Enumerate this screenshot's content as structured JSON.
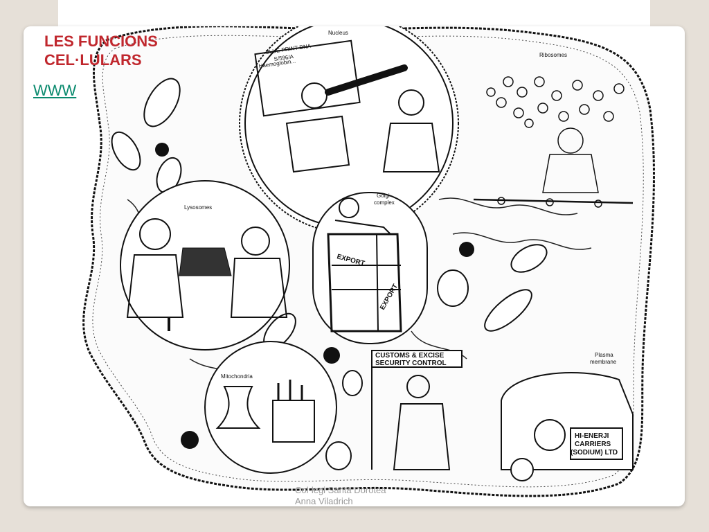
{
  "slide": {
    "title_line1": "LES FUNCIONS",
    "title_line2": "CEL·LULARS",
    "link_text": "WWW",
    "footer_line1": "Col·legi Santa Dorotea",
    "footer_line2": "Anna Viladrich"
  },
  "illustration": {
    "labels": {
      "nucleus": "Nucleus",
      "ribosomes": "Ribosomes",
      "lysosomes": "Lysosomes",
      "golgi_line1": "Golgi",
      "golgi_line2": "complex",
      "mitochondria": "Mitochondria",
      "plasma_line1": "Plasma",
      "plasma_line2": "membrane",
      "dna_line1": "BLUE PRINT DNA",
      "dna_line2": "S/596/A",
      "dna_line3": "Haemoglobin...",
      "export_crate": "EXPORT",
      "export_side": "EXPORT",
      "customs_line1": "CUSTOMS & EXCISE",
      "customs_line2": "SECURITY CONTROL",
      "truck_line1": "HI-ENERJI",
      "truck_line2": "CARRIERS",
      "truck_line3": "(SODIUM) LTD"
    }
  }
}
